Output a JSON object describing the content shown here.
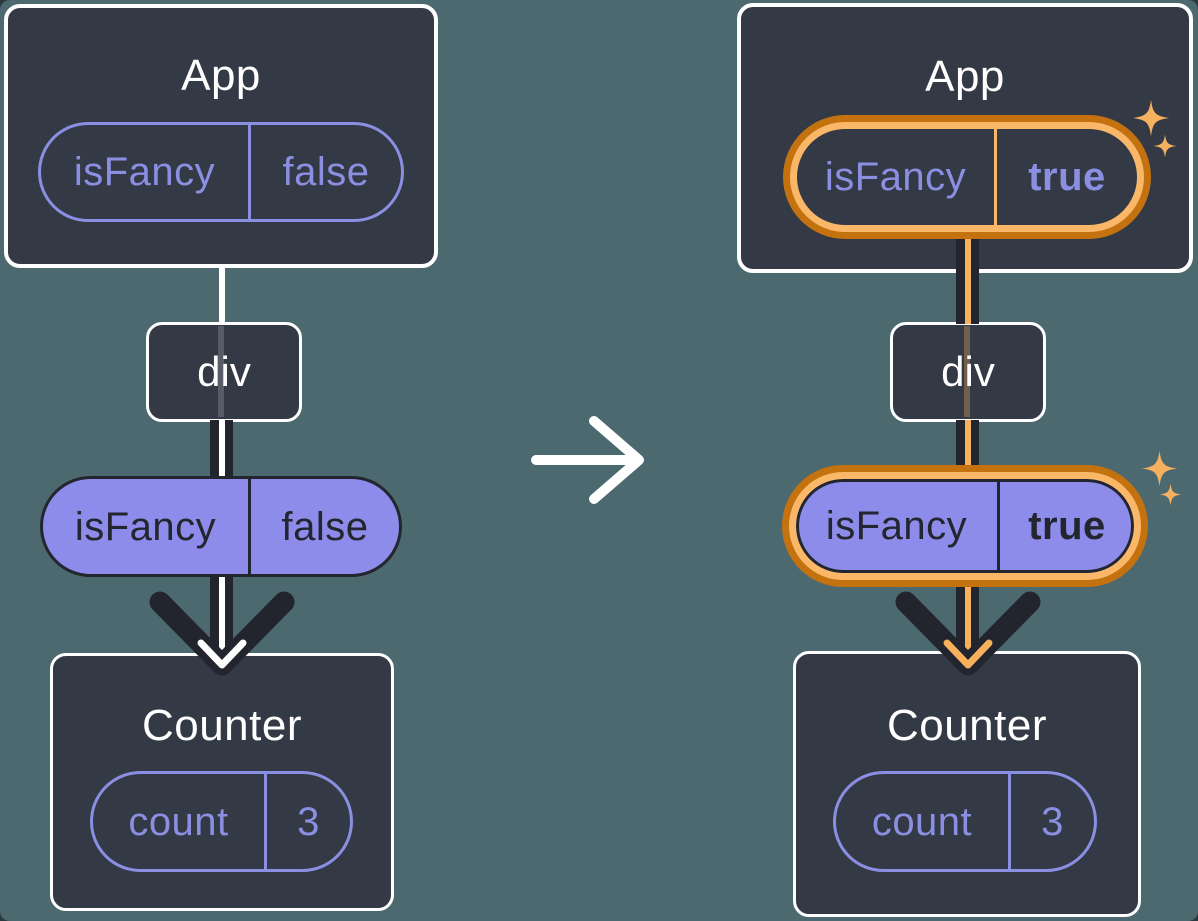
{
  "colors": {
    "background": "#4C6970",
    "panel": "#333945",
    "panel_border": "#FFFFFF",
    "purple": "#8A8FE2",
    "purple_fill": "#8E8CEA",
    "dark_text": "#23262E",
    "connector_dark": "#22242E",
    "connector_light": "#FFFFFF",
    "highlight_ring_outer": "#C4710F",
    "highlight_ring_inner": "#F9B767",
    "highlight_line": "#F7B05C",
    "sparkle": "#F6B160"
  },
  "before": {
    "app": {
      "title": "App",
      "prop_name": "isFancy",
      "prop_value": "false"
    },
    "div_label": "div",
    "passed_prop": {
      "name": "isFancy",
      "value": "false"
    },
    "counter": {
      "title": "Counter",
      "state_name": "count",
      "state_value": "3"
    }
  },
  "after": {
    "app": {
      "title": "App",
      "prop_name": "isFancy",
      "prop_value": "true"
    },
    "div_label": "div",
    "passed_prop": {
      "name": "isFancy",
      "value": "true"
    },
    "counter": {
      "title": "Counter",
      "state_name": "count",
      "state_value": "3"
    }
  },
  "icons": {
    "transition": "arrow-right-icon",
    "highlight": "sparkle-icon"
  }
}
